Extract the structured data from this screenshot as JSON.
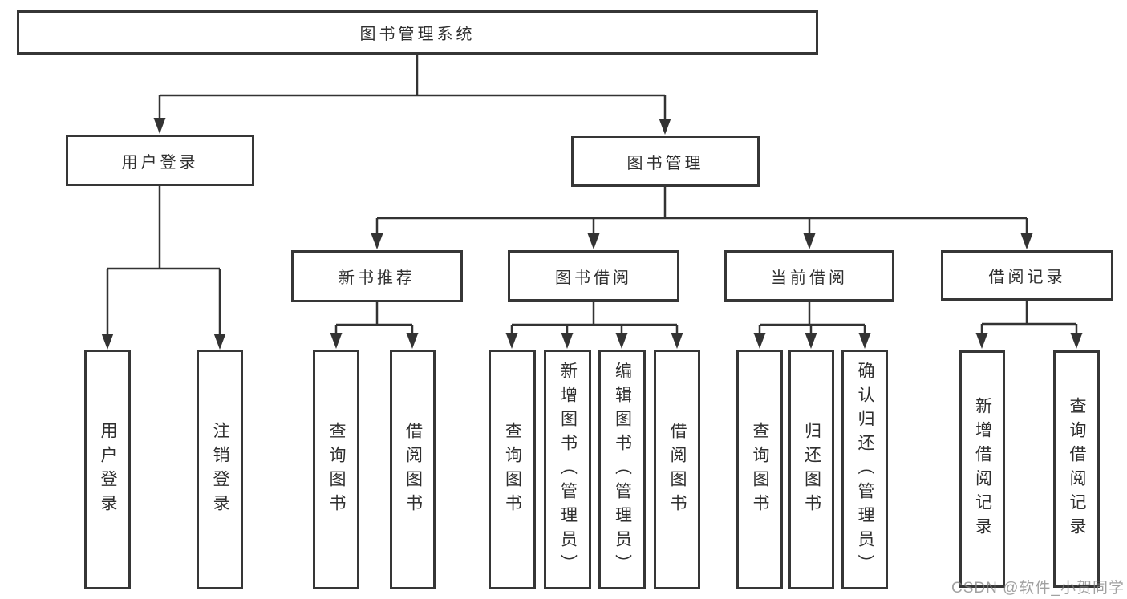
{
  "nodes": {
    "root": {
      "label": "图书管理系统"
    },
    "user_login": {
      "label": "用户登录"
    },
    "book_management": {
      "label": "图书管理"
    },
    "new_book_recommend": {
      "label": "新书推荐"
    },
    "book_borrowing": {
      "label": "图书借阅"
    },
    "current_borrowing": {
      "label": "当前借阅"
    },
    "borrowing_records": {
      "label": "借阅记录"
    }
  },
  "leaves": [
    {
      "id": "user-login",
      "label": "用户登录"
    },
    {
      "id": "logout",
      "label": "注销登录"
    },
    {
      "id": "query-books-recommend",
      "label": "查询图书"
    },
    {
      "id": "borrow-books-recommend",
      "label": "借阅图书"
    },
    {
      "id": "query-books-borrowing",
      "label": "查询图书"
    },
    {
      "id": "add-books-admin",
      "label": "新增图书（管理员）"
    },
    {
      "id": "edit-books-admin",
      "label": "编辑图书（管理员）"
    },
    {
      "id": "borrow-books-borrowing",
      "label": "借阅图书"
    },
    {
      "id": "query-books-current",
      "label": "查询图书"
    },
    {
      "id": "return-books",
      "label": "归还图书"
    },
    {
      "id": "confirm-return-admin",
      "label": "确认归还（管理员）"
    },
    {
      "id": "add-borrow-record",
      "label": "新增借阅记录"
    },
    {
      "id": "query-borrow-record",
      "label": "查询借阅记录"
    }
  ],
  "hierarchy": {
    "图书管理系统": [
      "用户登录",
      "图书管理"
    ],
    "用户登录": [
      "用户登录",
      "注销登录"
    ],
    "图书管理": [
      "新书推荐",
      "图书借阅",
      "当前借阅",
      "借阅记录"
    ],
    "新书推荐": [
      "查询图书",
      "借阅图书"
    ],
    "图书借阅": [
      "查询图书",
      "新增图书（管理员）",
      "编辑图书（管理员）",
      "借阅图书"
    ],
    "当前借阅": [
      "查询图书",
      "归还图书",
      "确认归还（管理员）"
    ],
    "借阅记录": [
      "新增借阅记录",
      "查询借阅记录"
    ]
  },
  "watermark": {
    "label": "CSDN @软件_小贺同学"
  },
  "colors": {
    "line": "#333333",
    "border": "#363636",
    "text": "#2f2f2f",
    "watermark": "#828282",
    "background": "#ffffff"
  }
}
